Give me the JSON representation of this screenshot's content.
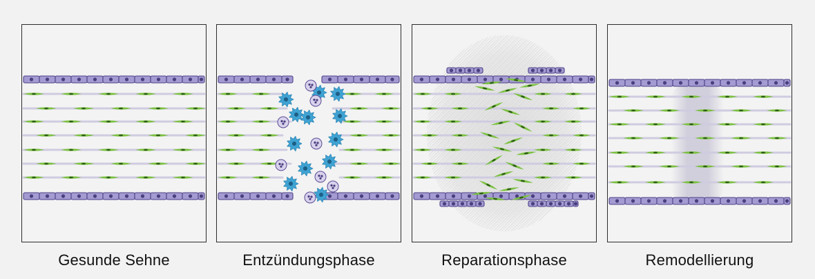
{
  "panels": [
    {
      "id": "healthy",
      "caption": "Gesunde Sehne"
    },
    {
      "id": "inflammation",
      "caption": "Entzündungsphase"
    },
    {
      "id": "repair",
      "caption": "Reparationsphase"
    },
    {
      "id": "remodeling",
      "caption": "Remodellierung"
    }
  ],
  "colors": {
    "background": "#f2f2f2",
    "border": "#2b2b2b",
    "epithelial_cell": "#a39bd1",
    "epithelial_outline": "#4f3f88",
    "nucleus": "#4b3f7f",
    "fibroblast": "#7cc142",
    "fibroblast_nucleus": "#2f5e16",
    "fiber_line": "#cfcbe0",
    "immune_cell": "#3fa3d3",
    "immune_nucleus": "#1e5f86",
    "round_cell": "#d8d2ec",
    "scar_tissue": "#c8c8c8",
    "remodel_shadow": "#c6c3d4"
  }
}
